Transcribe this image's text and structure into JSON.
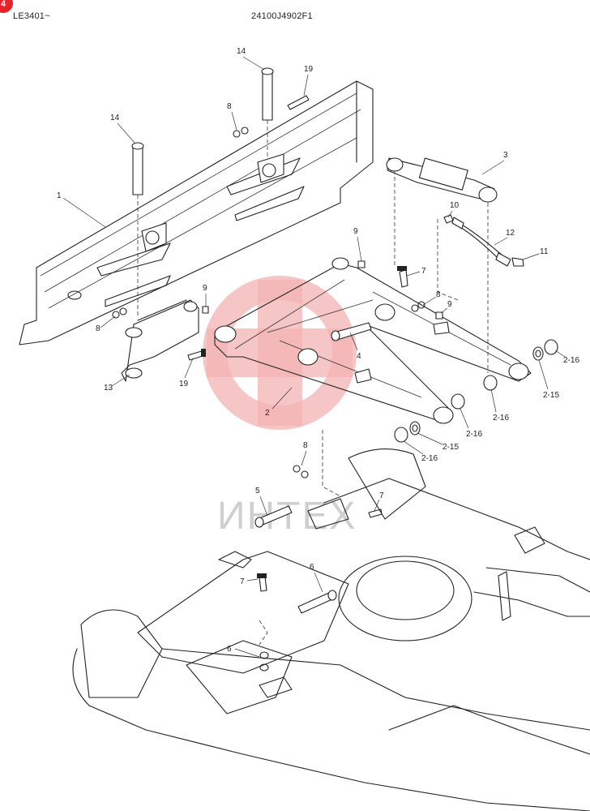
{
  "header": {
    "serial_range": "LE3401~",
    "part_number": "24100J4902F1"
  },
  "watermark": {
    "text": "ИНТЕХ",
    "color": "#e8222a"
  },
  "diagram": {
    "callouts": [
      "14",
      "19",
      "8",
      "14",
      "1",
      "3",
      "10",
      "12",
      "11",
      "9",
      "7",
      "8",
      "9",
      "8",
      "9",
      "4",
      "13",
      "19",
      "2",
      "2-16",
      "2-15",
      "2-16",
      "2-16",
      "2-15",
      "2-16",
      "8",
      "5",
      "7",
      "6",
      "7",
      "6"
    ]
  }
}
